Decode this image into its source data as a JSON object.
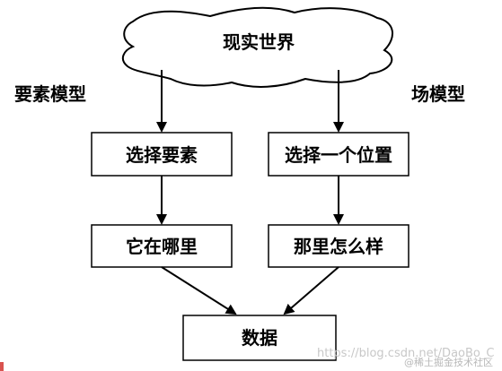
{
  "cloud": {
    "label": "现实世界"
  },
  "side_labels": {
    "left": "要素模型",
    "right": "场模型"
  },
  "left_column": {
    "box1": "选择要素",
    "box2": "它在哪里"
  },
  "right_column": {
    "box1": "选择一个位置",
    "box2": "那里怎么样"
  },
  "bottom_box": {
    "label": "数据"
  },
  "watermark": {
    "url": "https://blog.csdn.net/DaoBo_C",
    "credit": "@稀土掘金技术社区"
  },
  "colors": {
    "line": "#000000",
    "background": "#ffffff"
  }
}
